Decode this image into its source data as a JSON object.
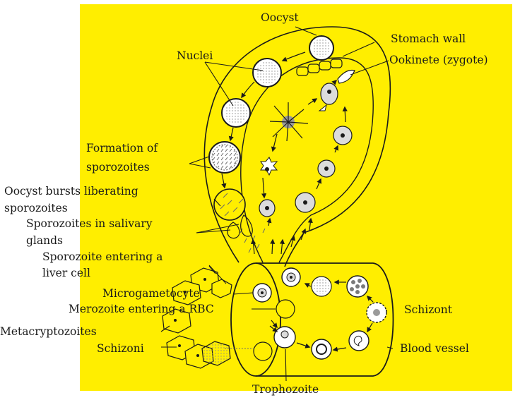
{
  "labels": {
    "oocyst": "Oocyst",
    "stomach_wall": "Stomach wall",
    "nuclei": "Nuclei",
    "ookinete": "Ookinete (zygote)",
    "formation_line1": "Formation of",
    "formation_line2": "sporozoites",
    "oocyst_bursts_line1": "Oocyst bursts liberating",
    "oocyst_bursts_line2": "sporozoites",
    "salivary_line1": "Sporozoites in salivary",
    "salivary_line2": "glands",
    "liver_line1": "Sporozoite entering a",
    "liver_line2": "liver cell",
    "microgametocyte": "Microgametocyte",
    "merozoite": "Merozoite entering a RBC",
    "metacryptozoites": "Metacryptozoites",
    "schizoni": "Schizoni",
    "schizont": "Schizont",
    "blood_vessel": "Blood vessel",
    "trophozoite": "Trophozoite"
  },
  "colors": {
    "background_panel": "#ffee00",
    "outline": "#1a1a1a",
    "speckle": "#7a7a7a"
  }
}
